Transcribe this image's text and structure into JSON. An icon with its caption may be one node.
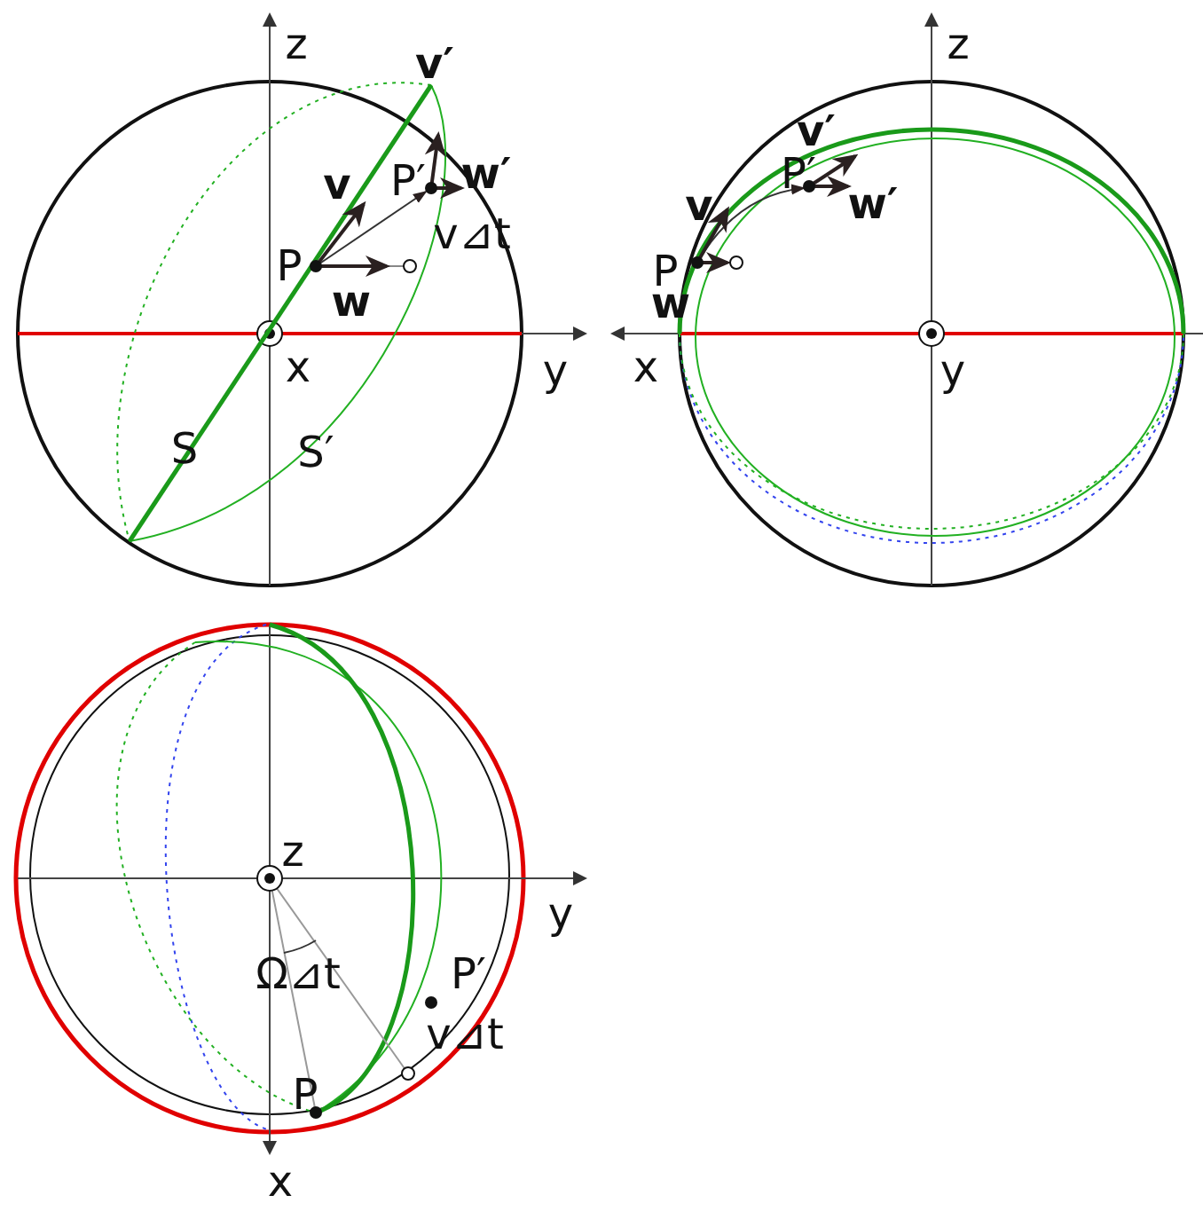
{
  "diagram": {
    "labels": [
      "z",
      "v′",
      "v",
      "P′",
      "w′",
      "P",
      "v⊿t",
      "w",
      "x",
      "y",
      "S",
      "S′",
      "z",
      "v′",
      "v",
      "P′",
      "w′",
      "P",
      "w",
      "x",
      "y",
      "z",
      "y",
      "Ω⊿t",
      "P′",
      "v⊿t",
      "P",
      "x"
    ]
  }
}
